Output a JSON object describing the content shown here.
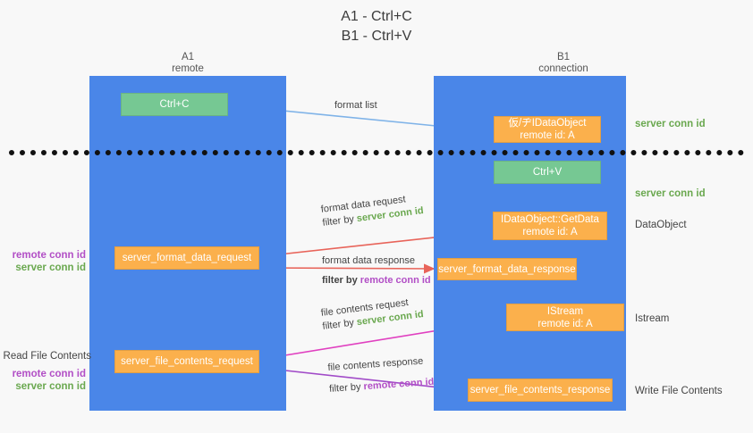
{
  "title": "A1 - Ctrl+C\nB1 - Ctrl+V",
  "columns": [
    {
      "name": "A1",
      "sub": "remote"
    },
    {
      "name": "B1",
      "sub": "connection"
    }
  ],
  "nodes": {
    "ctrl_c": {
      "label": "Ctrl+C",
      "color": "#76c893"
    },
    "idataobject": {
      "line1": "仮/ヂIDataObject",
      "line2": "remote id: A",
      "color": "#fbb04c"
    },
    "ctrl_v": {
      "label": "Ctrl+V",
      "color": "#76c893"
    },
    "getdata": {
      "line1": "IDataObject::GetData",
      "line2": "remote id: A",
      "color": "#fbb04c"
    },
    "server_format_data_request": {
      "label": "server_format_data_request",
      "color": "#fbb04c"
    },
    "server_format_data_response": {
      "label": "server_format_data_response",
      "color": "#fbb04c"
    },
    "istream": {
      "line1": "IStream",
      "line2": "remote id: A",
      "color": "#fbb04c"
    },
    "server_file_contents_request": {
      "label": "server_file_contents_request",
      "color": "#fbb04c"
    },
    "server_file_contents_response": {
      "label": "server_file_contents_response",
      "color": "#fbb04c"
    }
  },
  "right_labels": {
    "server_conn_id_1": "server conn id",
    "server_conn_id_2": "server conn id",
    "dataobject": "DataObject",
    "istream": "Istream",
    "write_file_contents": "Write File Contents"
  },
  "left_labels": {
    "remote_conn_id_1": "remote conn id",
    "server_conn_id_1": "server conn id",
    "read_file_contents": "Read File Contents",
    "remote_conn_id_2": "remote conn id",
    "server_conn_id_2": "server conn id"
  },
  "annotations": {
    "format_list": "format list",
    "format_data_request": "format data request",
    "format_data_request_filter_prefix": "filter by ",
    "format_data_request_filter_key": "server conn id",
    "format_data_response": "format data response",
    "format_data_response_filter_prefix": "filter by ",
    "format_data_response_filter_key": "remote conn id",
    "file_contents_request": "file contents request",
    "file_contents_request_filter_prefix": "filter by ",
    "file_contents_request_filter_key": "server conn id",
    "file_contents_response": "file contents response",
    "file_contents_response_filter_prefix": "filter by ",
    "file_contents_response_filter_key": "remote conn id"
  },
  "colors": {
    "lane": "#4a86e8",
    "green_node": "#76c893",
    "orange_node": "#fbb04c",
    "green_text": "#6aa84f",
    "purple_text": "#b24fc6",
    "arrow_blue": "#7fb3e8",
    "arrow_red": "#e8645a",
    "arrow_magenta": "#e040c0",
    "arrow_purple": "#a14bc8",
    "arrow_black": "#000000",
    "background": "#f8f8f8"
  }
}
